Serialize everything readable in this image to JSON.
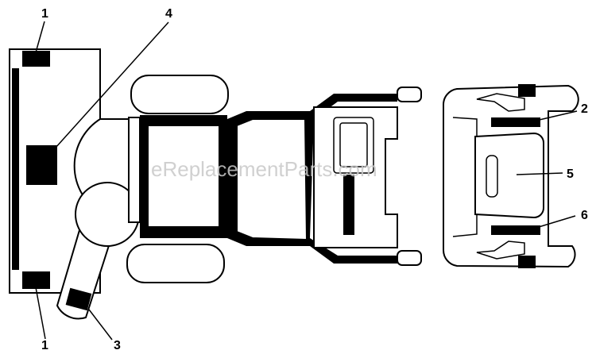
{
  "callouts": {
    "c1_top": "1",
    "c1_bottom": "1",
    "c2": "2",
    "c3": "3",
    "c4": "4",
    "c5": "5",
    "c6": "6"
  },
  "watermark": "eReplacementParts.com"
}
